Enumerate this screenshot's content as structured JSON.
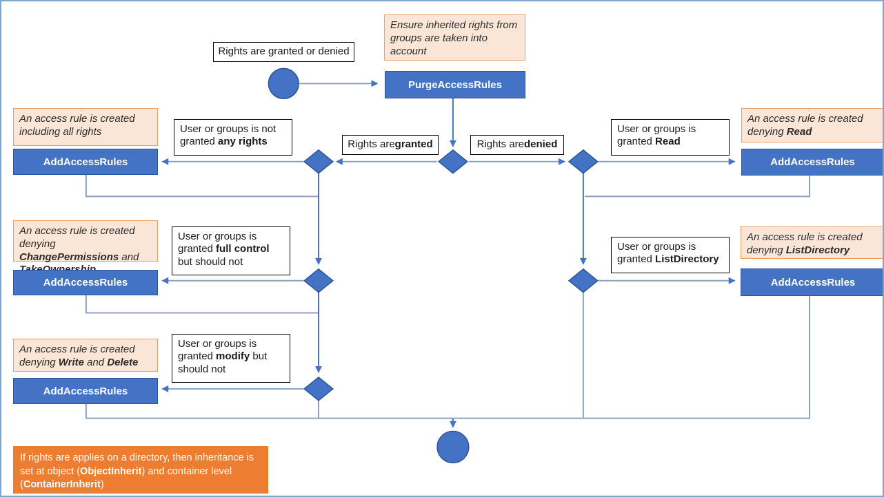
{
  "colors": {
    "node_blue": "#4472c4",
    "node_blue_border": "#2f5597",
    "note_fill": "#fbe5d6",
    "note_border": "#eb9c63",
    "callout_orange": "#ed7d31",
    "connector_slate": "#8fa0bf",
    "connector_blue": "#4472c4",
    "frame_border": "#7ea6cc"
  },
  "nodes": {
    "start_caption": "Rights are granted or denied",
    "purge_label": "PurgeAccessRules",
    "add_label": "AddAccessRules"
  },
  "notes": {
    "ensure_inherited": "Ensure inherited rights from groups are taken into account",
    "all_rights": "An access rule is created including all rights",
    "deny_read": [
      {
        "t": "An access rule is created denying "
      },
      {
        "t": "Read",
        "b": true
      }
    ],
    "deny_change_take": [
      {
        "t": "An access rule is created denying "
      },
      {
        "t": "ChangePermissions",
        "b": true
      },
      {
        "t": " and "
      },
      {
        "t": "TakeOwnership",
        "b": true
      }
    ],
    "deny_listdirectory": [
      {
        "t": "An access rule is created denying "
      },
      {
        "t": "ListDirectory",
        "b": true
      }
    ],
    "deny_write_delete": [
      {
        "t": "An access rule is created denying "
      },
      {
        "t": "Write",
        "b": true
      },
      {
        "t": " and "
      },
      {
        "t": "Delete",
        "b": true
      }
    ]
  },
  "conditions": {
    "not_granted_any": [
      {
        "t": "User or groups is not granted "
      },
      {
        "t": "any rights",
        "b": true
      }
    ],
    "rights_granted": [
      {
        "t": "Rights are "
      },
      {
        "t": "granted",
        "b": true
      }
    ],
    "rights_denied": [
      {
        "t": "Rights are "
      },
      {
        "t": "denied",
        "b": true
      }
    ],
    "granted_read": [
      {
        "t": "User or groups is granted "
      },
      {
        "t": "Read",
        "b": true
      }
    ],
    "granted_full_control": [
      {
        "t": "User or groups is granted "
      },
      {
        "t": "full control",
        "b": true
      },
      {
        "t": " but should not"
      }
    ],
    "granted_listdirectory": [
      {
        "t": "User or groups is granted "
      },
      {
        "t": "ListDirectory",
        "b": true
      }
    ],
    "granted_modify": [
      {
        "t": "User or groups is granted "
      },
      {
        "t": "modify",
        "b": true
      },
      {
        "t": " but should not"
      }
    ]
  },
  "footer": {
    "inheritance_note": [
      {
        "t": "If rights are applies on a directory, then inheritance is set at object ("
      },
      {
        "t": "ObjectInherit",
        "b": true
      },
      {
        "t": ") and container level ("
      },
      {
        "t": "ContainerInherit",
        "b": true
      },
      {
        "t": ")"
      }
    ]
  }
}
